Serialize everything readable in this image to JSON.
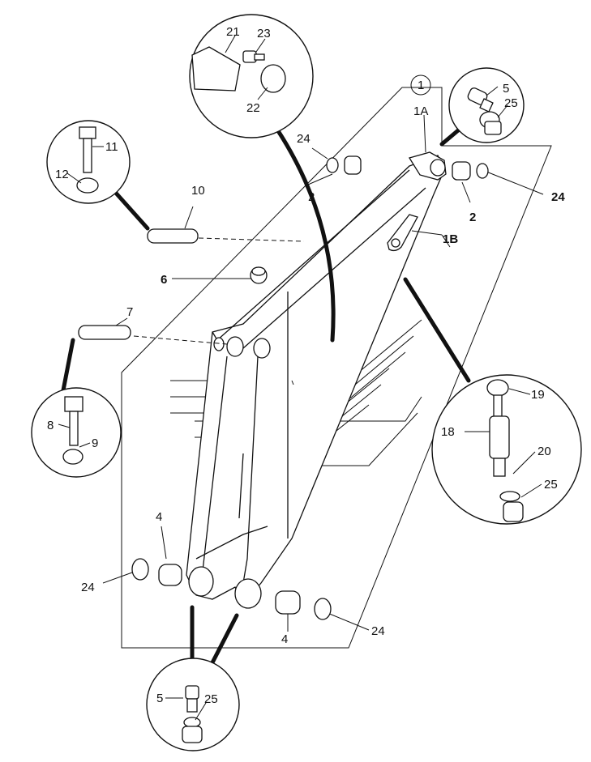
{
  "callouts": {
    "main_assembly": "1",
    "boom_end": "1A",
    "boom_bracket": "1B",
    "bushing_top_left": "2",
    "bushing_top_right": "2",
    "grease_fitting_top": "5",
    "grease_fitting_bottom": "5",
    "stop_pad": "6",
    "pin_lower": "7",
    "bolt_lower": "8",
    "nut_lower": "9",
    "pin_upper": "10",
    "bolt_upper": "11",
    "nut_upper": "12",
    "spacer": "18",
    "nut_spacer": "19",
    "adapter": "20",
    "plate": "21",
    "pad": "22",
    "screw": "23",
    "shim_top_left": "24",
    "shim_top_right": "24",
    "shim_bottom_left": "24",
    "shim_bottom_right": "24",
    "cap_top": "25",
    "cap_right": "25",
    "cap_bottom": "25",
    "bushing_bottom_left": "4",
    "bushing_bottom_right": "4"
  }
}
